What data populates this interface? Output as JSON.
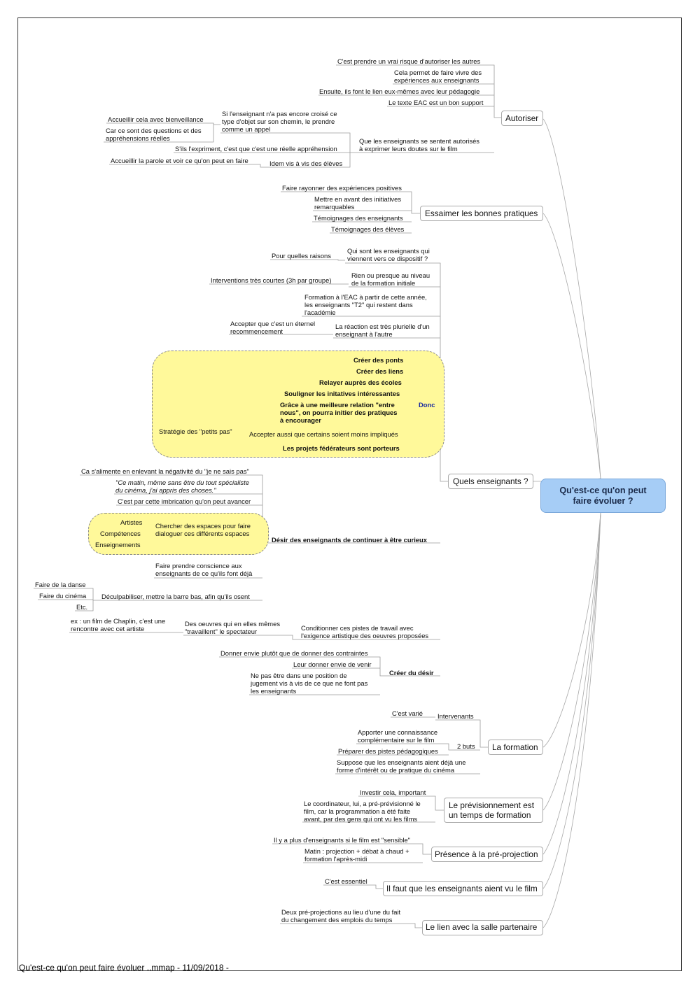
{
  "center_node": "Qu'est-ce qu'on peut faire évoluer ?",
  "footer": "Qu'est-ce qu'on peut faire évoluer ..mmap - 11/09/2018 -",
  "autoriser": {
    "label": "Autoriser",
    "risque": "C'est prendre un vrai risque d'autoriser les autres",
    "permet": "Cela permet de faire vivre des\nexpériences aux enseignants",
    "lien_pedagogie": "Ensuite, ils font le lien eux-mêmes avec leur pédagogie",
    "texte_eac": "Le texte EAC est un bon support",
    "doutes": "Que les enseignants se sentent autorisés\nà exprimer leurs doutes sur le film",
    "pas_croise": "Si l'enseignant n'a pas encore croisé ce\ntype d'objet sur son chemin, le prendre\ncomme un appel",
    "bienveillance": "Accueillir cela avec bienveillance",
    "questions": "Car ce sont des questions et des\nappréhensions réelles",
    "expriment": "S'ils l'expriment, c'est que c'est une réelle appréhension",
    "idem_eleves": "Idem vis à vis des élèves",
    "accueillir_parole": "Accueillir la parole et voir ce qu'on peut en faire"
  },
  "essaimer": {
    "label": "Essaimer les bonnes pratiques",
    "rayonner": "Faire rayonner des expériences positives",
    "initiatives": "Mettre en avant des initiatives\nremarquables",
    "temoignages_ens": "Témoignages des enseignants",
    "temoignages_eleves": "Témoignages des élèves"
  },
  "quels_enseignants": {
    "label": "Quels enseignants ?",
    "qui_sont": "Qui sont les enseignants qui\nviennent vers ce dispositif ?",
    "pour_quelles": "Pour quelles raisons",
    "rien": "Rien ou presque au niveau\nde la formation initiale",
    "interventions": "Interventions très courtes (3h par groupe)",
    "formation_eac": "Formation à l'EAC à partir de cette année,\nles enseignants \"T2\" qui restent dans\nl'académie",
    "reaction": "La réaction est très plurielle d'un\nenseignant à l'autre",
    "accepter_eternel": "Accepter que c'est un éternel\nrecommencement",
    "donc": {
      "label": "Donc",
      "ponts": "Créer des ponts",
      "liens": "Créer des liens",
      "relayer": "Relayer auprès des écoles",
      "souligner": "Souligner les initatives intéressantes",
      "meilleure_relation": "Grâce à une meilleure relation \"entre\nnous\", on pourra initier des pratiques\nà encourager",
      "accepter_moins": "Accepter aussi que certains soient moins impliqués",
      "petits_pas": "Stratégie des \"petits pas\"",
      "projets": "Les projets fédérateurs sont porteurs"
    },
    "desir": {
      "label": "Désir des enseignants de continuer à être curieux",
      "negativite": "Ca s'alimente en enlevant la négativité du \"je ne sais pas\"",
      "ce_matin": "\"Ce matin, même sans être du tout spécialiste\ndu cinéma, j'ai appris des choses.\"",
      "imbrication": "C'est par cette imbrication qu'on peut avancer",
      "chercher": "Chercher des espaces pour faire\ndialoguer ces différents espaces",
      "artistes": "Artistes",
      "competences": "Compétences",
      "enseignements": "Enseignements",
      "prise_conscience": "Faire prendre conscience aux\nenseignants de ce qu'ils font déjà",
      "deculpabiliser": "Déculpabiliser, mettre la barre bas, afin qu'ils osent",
      "danse": "Faire de la danse",
      "cinema": "Faire du cinéma",
      "etc": "Etc."
    },
    "conditionner": "Conditionner ces pistes de travail avec\nl'exigence artistique des oeuvres proposées",
    "oeuvres": "Des oeuvres qui en elles mêmes\n\"travaillent\" le spectateur",
    "chaplin": "ex : un film de Chaplin, c'est une\nrencontre avec cet artiste",
    "creer_desir": {
      "label": "Créer du désir",
      "envie": "Donner envie plutôt que de donner des contraintes",
      "venir": "Leur donner envie de venir",
      "jugement": "Ne pas être dans une position de\njugement vis à vis de ce que ne font pas\nles enseignants"
    }
  },
  "formation": {
    "label": "La formation",
    "intervenants": "Intervenants",
    "varie": "C'est varié",
    "deux_buts": "2 buts",
    "connaissance": "Apporter une connaissance\ncomplémentaire sur le film",
    "pistes": "Préparer des pistes pédagogiques",
    "suppose": "Suppose que les enseignants aient déjà une\nforme d'intérêt ou de pratique du cinéma"
  },
  "previsionnement": {
    "label": "Le prévisionnement est\nun temps de formation",
    "investir": "Investir cela, important",
    "coordinateur": "Le coordinateur, lui, a pré-prévisionné le\nfilm, car la programmation a été faite\navant, par des gens qui ont vu les films"
  },
  "pre_projection": {
    "label": "Présence à la pré-projection",
    "sensible": "Il y a plus d'enseignants si le film est \"sensible\"",
    "matin": "Matin : projection + débat à chaud +\nformation l'après-midi"
  },
  "vu_film": {
    "label": "Il faut que les enseignants aient vu le film",
    "essentiel": "C'est essentiel"
  },
  "salle": {
    "label": "Le lien avec la salle partenaire",
    "deux_pre": "Deux pré-projections au lieu d'une du fait\ndu changement des emplois du temps"
  }
}
